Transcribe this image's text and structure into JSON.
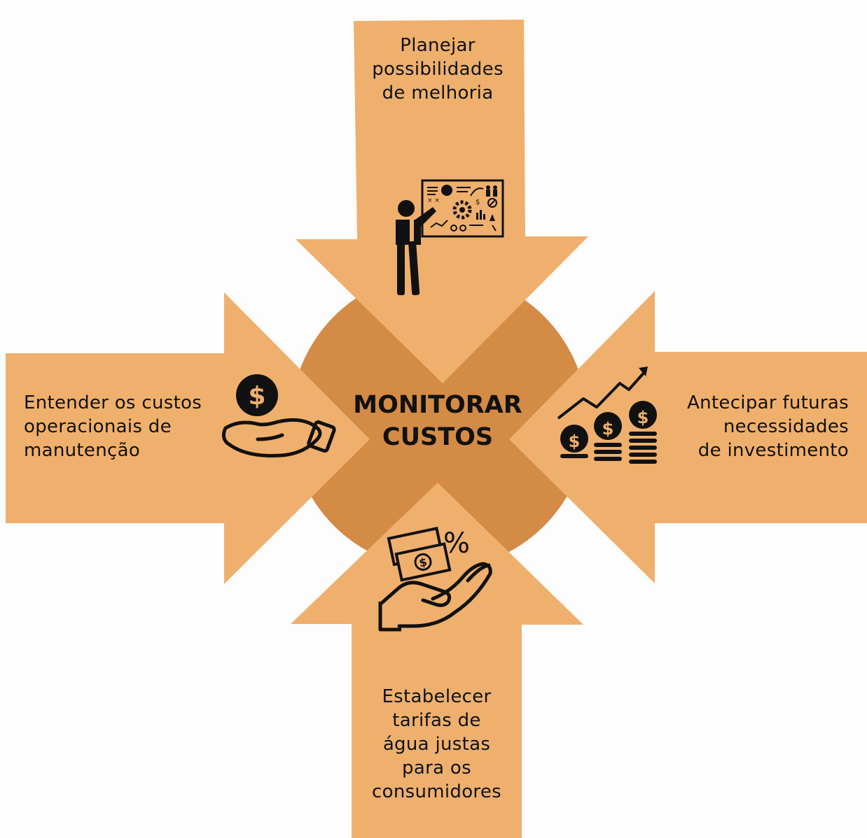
{
  "center": {
    "title": "MONITORAR\nCUSTOS"
  },
  "arrows": {
    "top": {
      "text": "Planejar\npossibilidades\nde melhoria",
      "icon": "presentation-board-icon"
    },
    "left": {
      "text": "Entender os custos\noperacionais de\nmanutenção",
      "icon": "hand-money-icon"
    },
    "right": {
      "text": "Antecipar futuras\nnecessidades\nde investimento",
      "icon": "growth-coins-icon"
    },
    "bottom": {
      "text": "Estabelecer\ntarifas de\nágua justas\npara os\nconsumidores",
      "icon": "hand-cash-percent-icon"
    }
  },
  "colors": {
    "arrow": "#efb06d",
    "circle": "#d38b45",
    "text": "#111111",
    "background": "#fdfdfd"
  }
}
